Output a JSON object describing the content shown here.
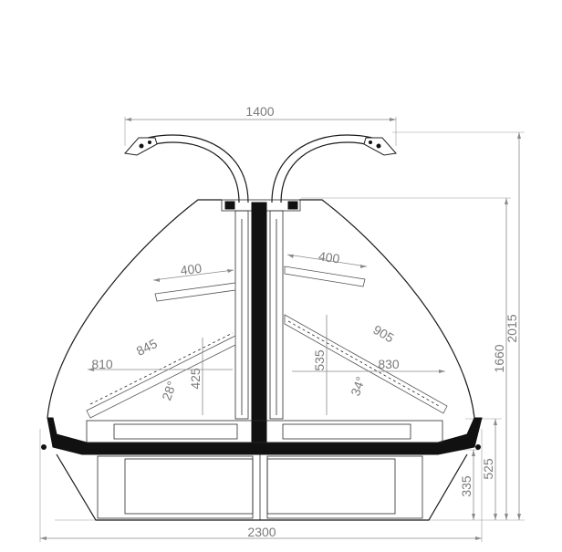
{
  "dimensions": {
    "lamp_span": "1400",
    "total_height": "2015",
    "canopy_height": "1660",
    "upper_shelf_left": "400",
    "upper_shelf_right": "400",
    "lower_shelf_left_length": "845",
    "lower_shelf_right_length": "905",
    "lower_depth_left": "810",
    "lower_depth_right": "830",
    "left_angle": "28°",
    "right_angle": "34°",
    "left_shelf_height": "425",
    "right_shelf_height": "535",
    "base_height": "525",
    "well_height": "335",
    "overall_width": "2300"
  }
}
